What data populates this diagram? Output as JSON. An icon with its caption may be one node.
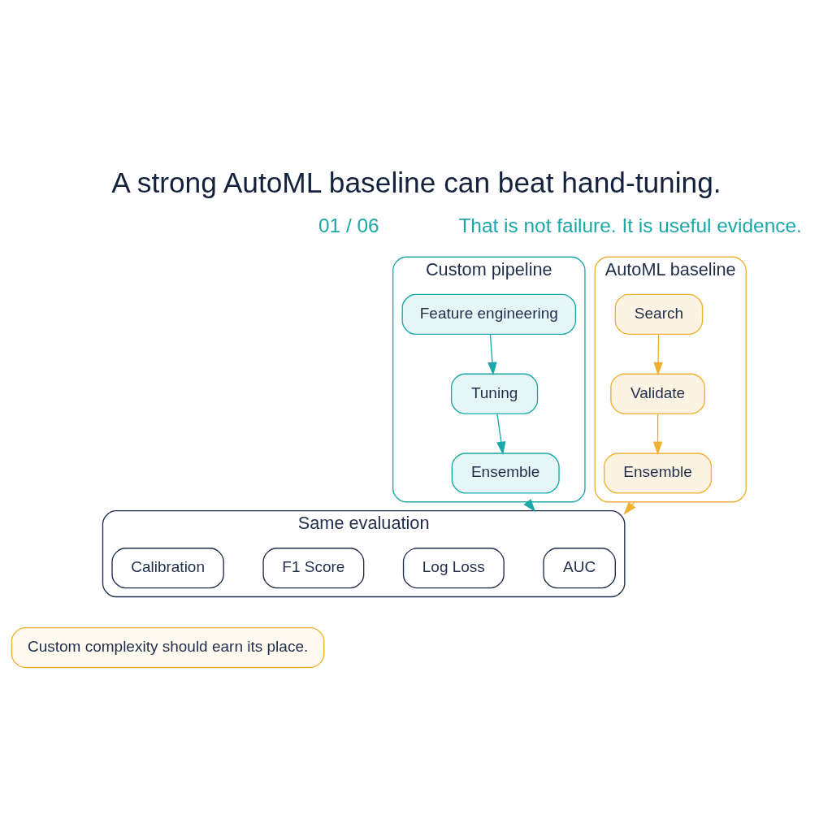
{
  "diagram": {
    "title": "A strong AutoML baseline can beat hand-tuning.",
    "nodes": [
      {
        "text": [
          "Custom pipeline"
        ]
      },
      {
        "text": [
          "Feature engineering"
        ],
        "in": 0
      },
      {
        "text": [
          "Tuning"
        ],
        "in": 0
      },
      {
        "text": [
          "Ensemble"
        ],
        "in": 0
      },
      {
        "text": [
          "AutoML baseline"
        ]
      },
      {
        "text": [
          "Search"
        ],
        "in": 4
      },
      {
        "text": [
          "Validate"
        ],
        "in": 4
      },
      {
        "text": [
          "Ensemble"
        ],
        "in": 4
      },
      {
        "text": [
          "Same evaluation"
        ]
      },
      {
        "text": [
          "AUC"
        ],
        "in": 8
      },
      {
        "text": [
          "Log Loss"
        ],
        "in": 8
      },
      {
        "text": [
          "F1 Score"
        ],
        "in": 8
      },
      {
        "text": [
          "Calibration"
        ],
        "in": 8
      },
      {
        "text": [
          "Custom complexity should earn its place."
        ]
      }
    ],
    "edges": [
      {
        "from": 1,
        "to": 2,
        "arrow": "to",
        "color": "#1aa8a8"
      },
      {
        "from": 2,
        "to": 3,
        "arrow": "to",
        "color": "#1aa8a8"
      },
      {
        "from": 5,
        "to": 6,
        "arrow": "to",
        "color": "#f0b030"
      },
      {
        "from": 6,
        "to": 7,
        "arrow": "to",
        "color": "#f0b030"
      },
      {
        "from": 0,
        "to": 8,
        "arrow": "to",
        "color": "#1aa8a8"
      },
      {
        "from": 4,
        "to": 8,
        "arrow": "to",
        "color": "#f0b030"
      }
    ],
    "labels": [
      "01 / 06",
      "That is not failure. It is useful evidence."
    ]
  }
}
